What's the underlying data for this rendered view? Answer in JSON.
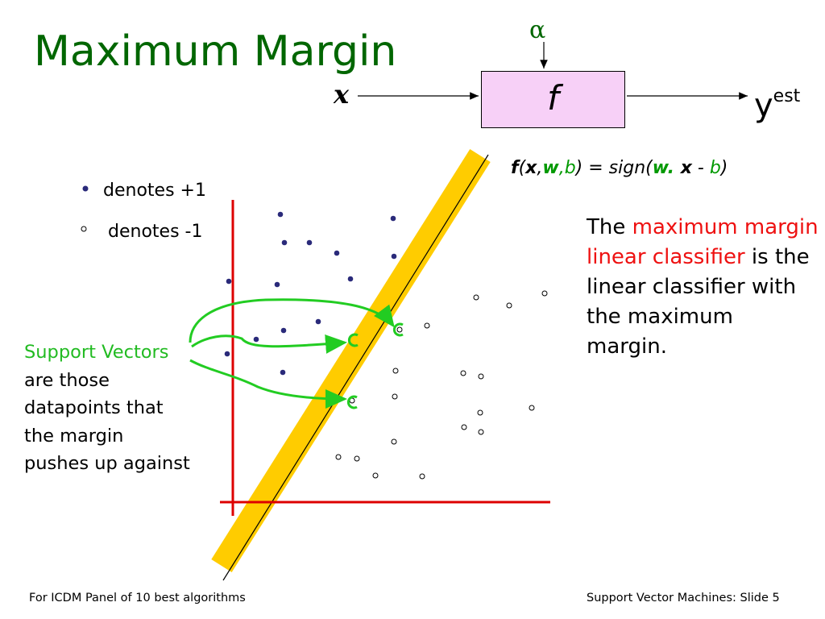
{
  "slide": {
    "title": "Maximum Margin",
    "footer_left": "For ICDM Panel of 10 best algorithms",
    "footer_right": "Support Vector Machines: Slide 5"
  },
  "block_diagram": {
    "parameter_symbol": "α",
    "function_label": "f",
    "input_label": "x",
    "output_label": "y",
    "output_superscript": "est"
  },
  "formula": {
    "f": "f",
    "open": "(",
    "x": "x",
    "comma1": ",",
    "w": "w",
    "comma2": ",",
    "b": "b",
    "mid": ") = sign(",
    "w2": "w.",
    "x2": " x",
    "minus": " - ",
    "b2": "b",
    "close": ")"
  },
  "legend": {
    "positive": "denotes +1",
    "negative": "denotes -1"
  },
  "support_vectors_text": {
    "head": "Support Vectors",
    "body": "are those datapoints that the margin pushes up against"
  },
  "description": {
    "pre": "The ",
    "highlight": "maximum margin linear classifier",
    "post": " is the linear classifier with the maximum margin."
  },
  "colors": {
    "title": "#006600",
    "axes": "#dd0000",
    "margin_band": "#ffcc00",
    "support_vector_arrows": "#22cc22",
    "positive_point": "#2a2a7a",
    "function_box": "#f7d0f7",
    "highlight_red": "#ee1111"
  },
  "positive_points": [
    [
      348,
      266
    ],
    [
      488,
      271
    ],
    [
      353,
      301
    ],
    [
      384,
      301
    ],
    [
      418,
      314
    ],
    [
      489,
      318
    ],
    [
      284,
      349
    ],
    [
      344,
      353
    ],
    [
      435,
      346
    ],
    [
      395,
      399
    ],
    [
      352,
      410
    ],
    [
      318,
      421
    ],
    [
      282,
      439
    ],
    [
      351,
      462
    ]
  ],
  "negative_points": [
    [
      591,
      369
    ],
    [
      632,
      379
    ],
    [
      676,
      364
    ],
    [
      530,
      404
    ],
    [
      496,
      409
    ],
    [
      491,
      460
    ],
    [
      575,
      463
    ],
    [
      597,
      467
    ],
    [
      490,
      492
    ],
    [
      437,
      497
    ],
    [
      660,
      506
    ],
    [
      596,
      512
    ],
    [
      576,
      530
    ],
    [
      597,
      536
    ],
    [
      489,
      548
    ],
    [
      420,
      567
    ],
    [
      443,
      569
    ],
    [
      466,
      590
    ],
    [
      524,
      591
    ]
  ],
  "support_vector_points": [
    [
      439,
      422
    ],
    [
      495,
      409
    ],
    [
      438,
      499
    ]
  ]
}
